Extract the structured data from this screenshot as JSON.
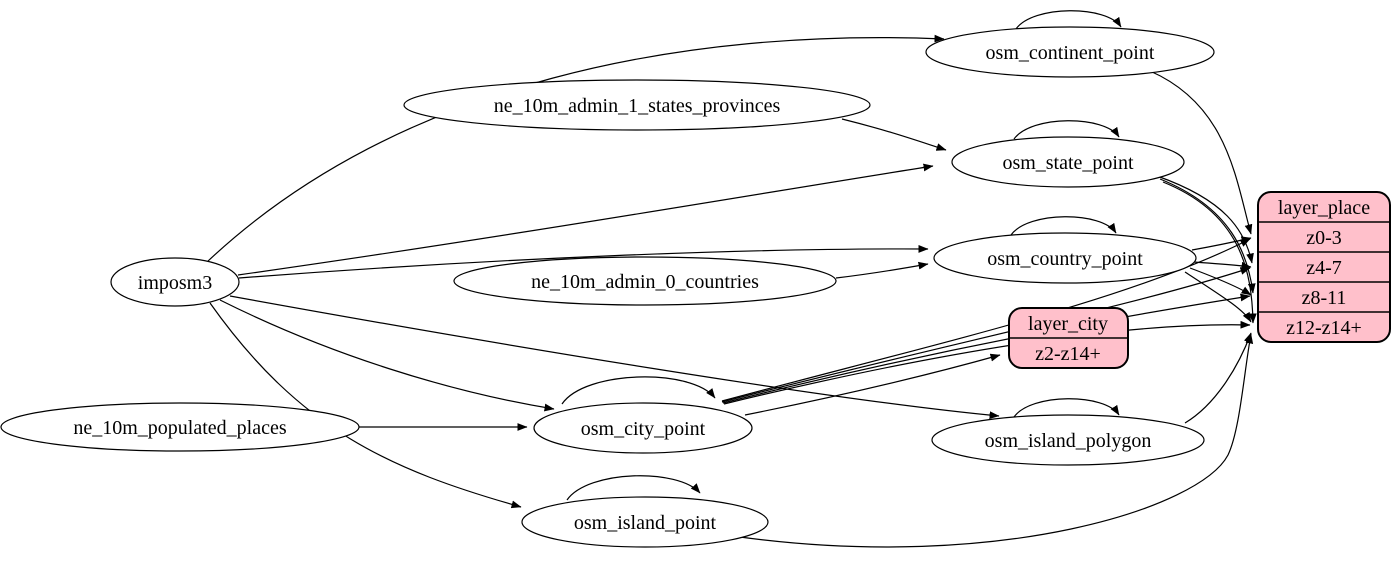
{
  "diagram": {
    "type": "etl-graph",
    "source_nodes": {
      "imposm3": "imposm3",
      "ne_10m_admin_1_states_provinces": "ne_10m_admin_1_states_provinces",
      "ne_10m_admin_0_countries": "ne_10m_admin_0_countries",
      "ne_10m_populated_places": "ne_10m_populated_places"
    },
    "table_nodes": {
      "osm_continent_point": "osm_continent_point",
      "osm_state_point": "osm_state_point",
      "osm_country_point": "osm_country_point",
      "osm_city_point": "osm_city_point",
      "osm_island_polygon": "osm_island_polygon",
      "osm_island_point": "osm_island_point"
    },
    "layers": {
      "layer_city": {
        "title": "layer_city",
        "rows": [
          "z2-z14+"
        ]
      },
      "layer_place": {
        "title": "layer_place",
        "rows": [
          "z0-3",
          "z4-7",
          "z8-11",
          "z12-z14+"
        ]
      }
    },
    "colors": {
      "layer_fill": "#ffc0cb",
      "table_fill": "#ffffff",
      "stroke": "#000000",
      "background": "#ffffff"
    },
    "edges": [
      "imposm3 -> osm_continent_point",
      "imposm3 -> osm_state_point",
      "imposm3 -> osm_country_point",
      "imposm3 -> osm_city_point",
      "imposm3 -> osm_island_polygon",
      "imposm3 -> osm_island_point",
      "ne_10m_admin_1_states_provinces -> osm_state_point",
      "ne_10m_admin_0_countries -> osm_country_point",
      "ne_10m_populated_places -> osm_city_point",
      "osm_continent_point -> osm_continent_point",
      "osm_state_point -> osm_state_point",
      "osm_country_point -> osm_country_point",
      "osm_city_point -> osm_city_point",
      "osm_island_polygon -> osm_island_polygon",
      "osm_island_point -> osm_island_point",
      "osm_continent_point -> layer_place:z0-3",
      "osm_state_point -> layer_place:z4-7",
      "osm_state_point -> layer_place:z8-11",
      "osm_state_point -> layer_place:z12-z14+",
      "osm_country_point -> layer_place:z0-3",
      "osm_country_point -> layer_place:z4-7",
      "osm_country_point -> layer_place:z8-11",
      "osm_country_point -> layer_place:z12-z14+",
      "osm_city_point -> layer_city:z2-z14+",
      "osm_city_point -> layer_place:z0-3",
      "osm_city_point -> layer_place:z4-7",
      "osm_city_point -> layer_place:z8-11",
      "osm_city_point -> layer_place:z12-z14+",
      "osm_island_polygon -> layer_place:z12-z14+",
      "osm_island_point -> layer_place:z12-z14+"
    ]
  }
}
